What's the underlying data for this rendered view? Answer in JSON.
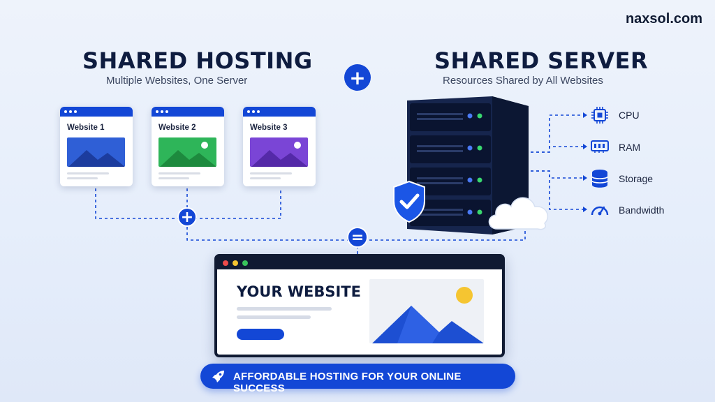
{
  "brand": "naxsol.com",
  "left": {
    "title": "SHARED HOSTING",
    "subtitle": "Multiple Websites, One Server"
  },
  "right": {
    "title": "SHARED SERVER",
    "subtitle": "Resources Shared by All Websites"
  },
  "websites": [
    {
      "label": "Website 1",
      "image_color": "#2f5fd6"
    },
    {
      "label": "Website 2",
      "image_color": "#2eb559"
    },
    {
      "label": "Website 3",
      "image_color": "#7a45d6"
    }
  ],
  "resources": [
    {
      "label": "CPU",
      "icon": "cpu-icon"
    },
    {
      "label": "RAM",
      "icon": "ram-icon"
    },
    {
      "label": "Storage",
      "icon": "storage-icon"
    },
    {
      "label": "Bandwidth",
      "icon": "gauge-icon"
    }
  ],
  "operators": {
    "plus": "+",
    "equals": "="
  },
  "result": {
    "title": "YOUR WEBSITE"
  },
  "banner": {
    "text": "AFFORDABLE HOSTING FOR YOUR ONLINE SUCCESS",
    "icon": "rocket-icon"
  },
  "colors": {
    "accent": "#1347d6",
    "dark": "#101a32",
    "sun": "#f5c531"
  }
}
